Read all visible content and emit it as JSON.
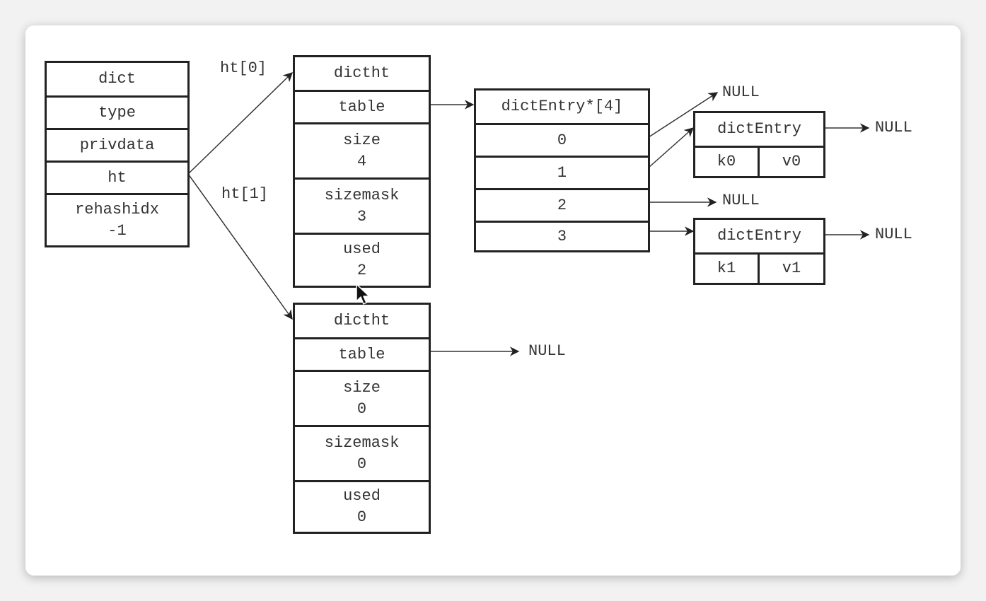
{
  "dict": {
    "header": "dict",
    "fields": [
      "type",
      "privdata",
      "ht"
    ],
    "rehashidx_label": "rehashidx",
    "rehashidx_value": "-1"
  },
  "labels": {
    "ht0": "ht[0]",
    "ht1": "ht[1]"
  },
  "ht0": {
    "header": "dictht",
    "table": "table",
    "size_label": "size",
    "size_value": "4",
    "sizemask_label": "sizemask",
    "sizemask_value": "3",
    "used_label": "used",
    "used_value": "2"
  },
  "ht1": {
    "header": "dictht",
    "table": "table",
    "size_label": "size",
    "size_value": "0",
    "sizemask_label": "sizemask",
    "sizemask_value": "0",
    "used_label": "used",
    "used_value": "0"
  },
  "entry_array": {
    "header": "dictEntry*[4]",
    "slots": [
      "0",
      "1",
      "2",
      "3"
    ]
  },
  "entry0": {
    "header": "dictEntry",
    "key": "k0",
    "value": "v0"
  },
  "entry1": {
    "header": "dictEntry",
    "key": "k1",
    "value": "v1"
  },
  "nulls": {
    "slot0": "NULL",
    "entry0_next": "NULL",
    "slot2": "NULL",
    "entry1_next": "NULL",
    "ht1_table": "NULL"
  }
}
